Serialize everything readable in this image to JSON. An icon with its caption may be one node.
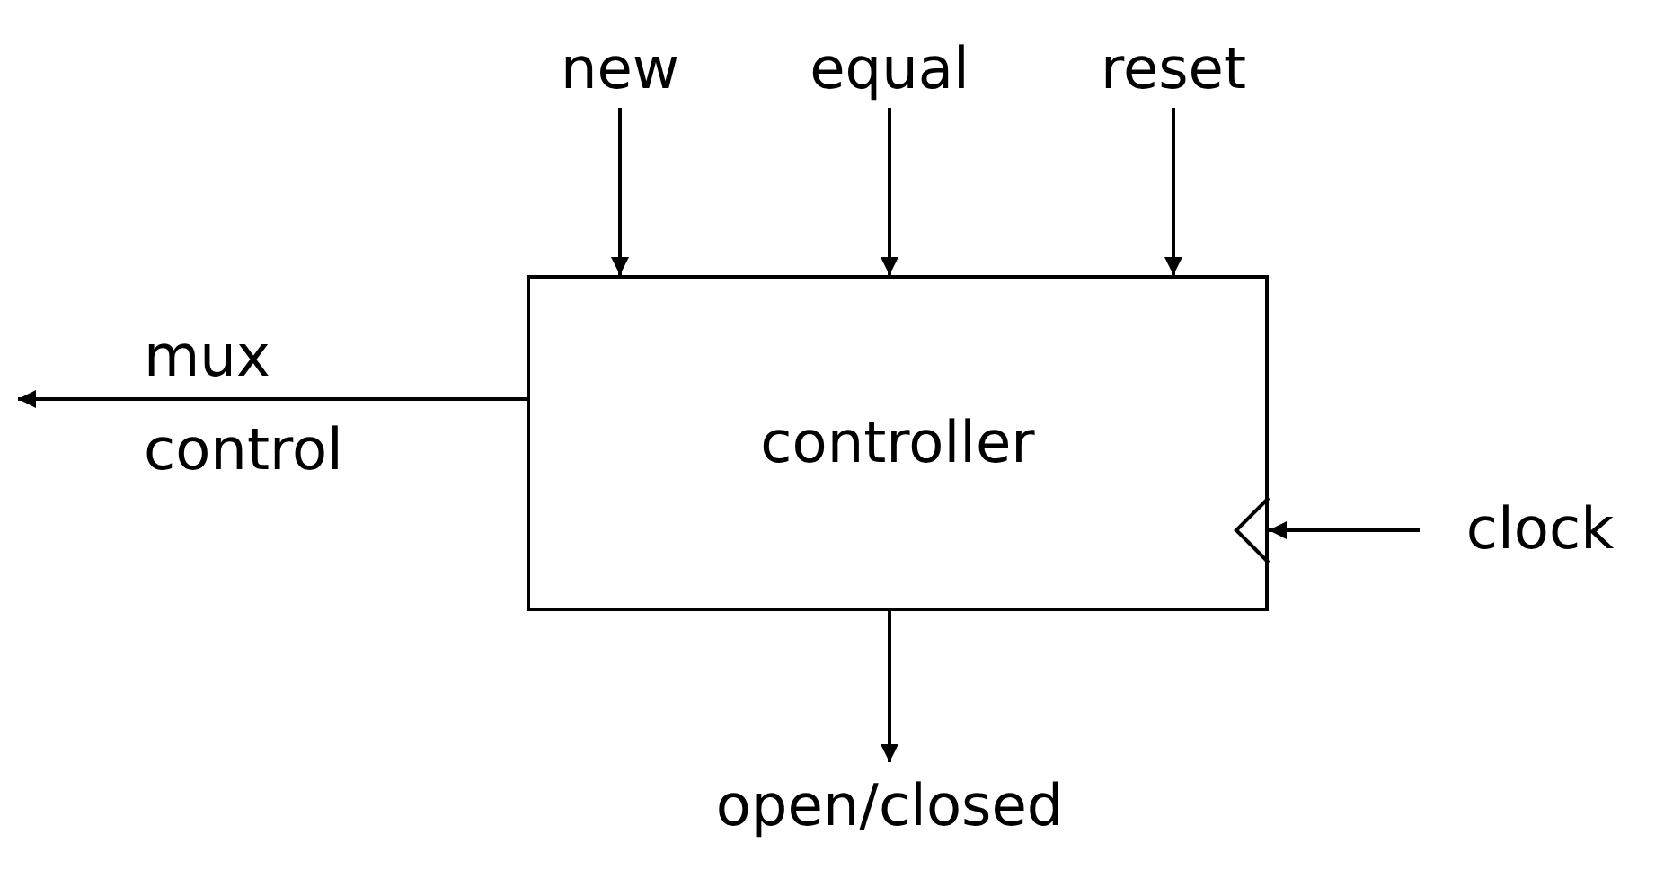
{
  "diagram": {
    "nodes": [
      {
        "text": [
          "controller"
        ]
      },
      {
        "text": [
          "new"
        ]
      },
      {
        "text": [
          "equal"
        ]
      },
      {
        "text": [
          "reset"
        ]
      },
      {
        "text": [
          "clock"
        ]
      },
      {
        "text": [
          "open/closed"
        ]
      }
    ],
    "edges": [
      {
        "from": 1,
        "to": 0,
        "arrow": "to"
      },
      {
        "from": 2,
        "to": 0,
        "arrow": "to"
      },
      {
        "from": 3,
        "to": 0,
        "arrow": "to"
      },
      {
        "from": 0,
        "to": null,
        "arrow": "to",
        "label": "mux control"
      },
      {
        "from": 4,
        "to": 0,
        "arrow": "to"
      },
      {
        "from": 0,
        "to": 5,
        "arrow": "to"
      }
    ]
  }
}
